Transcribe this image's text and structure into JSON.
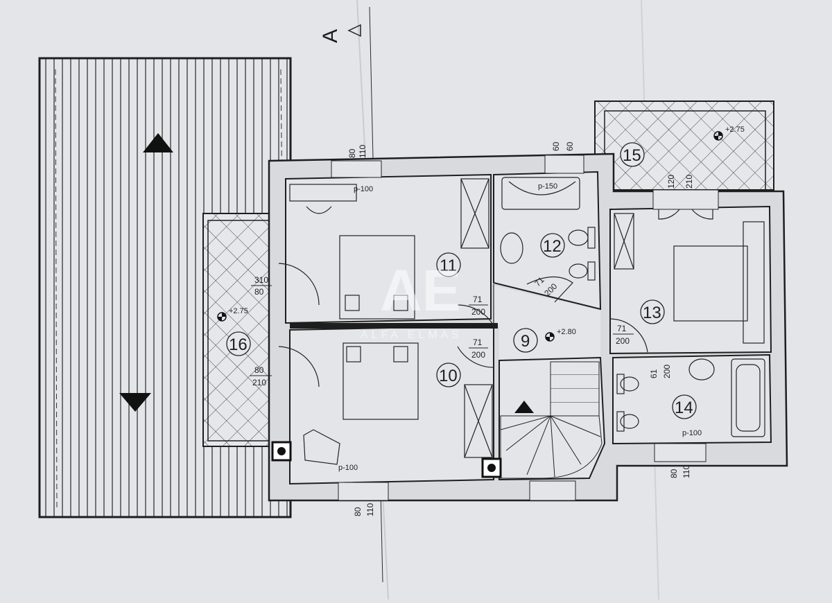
{
  "section_marker": {
    "letter": "A"
  },
  "watermark": {
    "text": "ALFA ELMAS",
    "logo": "AE"
  },
  "rooms": [
    {
      "id": "room-9",
      "label": "9"
    },
    {
      "id": "room-10",
      "label": "10"
    },
    {
      "id": "room-11",
      "label": "11"
    },
    {
      "id": "room-12",
      "label": "12"
    },
    {
      "id": "room-13",
      "label": "13"
    },
    {
      "id": "room-14",
      "label": "14"
    },
    {
      "id": "room-15",
      "label": "15"
    },
    {
      "id": "room-16",
      "label": "16"
    }
  ],
  "levels": {
    "hall": "+2.80",
    "terrace_left": "+2.75",
    "balcony_right": "+2.75"
  },
  "windows": [
    {
      "id": "win-11-top",
      "w": "80",
      "h": "110"
    },
    {
      "id": "win-12-top",
      "w": "60",
      "h": "60"
    },
    {
      "id": "win-13-top",
      "w": "120",
      "h": "210"
    },
    {
      "id": "win-10-bottom",
      "w": "80",
      "h": "110"
    },
    {
      "id": "win-14-bottom",
      "w": "80",
      "h": "110"
    }
  ],
  "doors": [
    {
      "id": "door-11",
      "w": "71",
      "h": "200"
    },
    {
      "id": "door-10",
      "w": "71",
      "h": "200"
    },
    {
      "id": "door-12",
      "w": "71",
      "h": "200"
    },
    {
      "id": "door-13",
      "w": "71",
      "h": "200"
    },
    {
      "id": "door-14",
      "w": "61",
      "h": "200"
    },
    {
      "id": "door-16a",
      "w": "310",
      "h": "80"
    },
    {
      "id": "door-16b",
      "w": "80",
      "h": "210"
    }
  ],
  "sill_notes": {
    "room11": "p-100",
    "room12": "p-150",
    "room10": "p-100",
    "room14": "p-100"
  },
  "colors": {
    "line": "#1e1e1e",
    "paper": "#e4e5e9"
  },
  "icons": [
    "stair-arrow-icon",
    "chimney-icon",
    "level-marker-icon",
    "roof-slope-arrow-icon"
  ]
}
